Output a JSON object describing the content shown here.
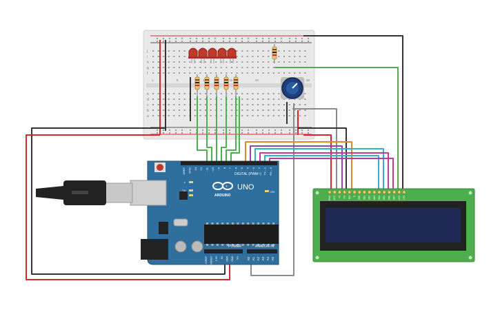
{
  "breadboard": {
    "row_letters_top": [
      "j",
      "i",
      "h",
      "g",
      "f"
    ],
    "row_letters_bottom": [
      "e",
      "d",
      "c",
      "b",
      "a"
    ],
    "column_numbers": [
      "1",
      "5",
      "10",
      "15",
      "20",
      "25",
      "30"
    ]
  },
  "arduino": {
    "brand": "ARDUINO",
    "model": "UNO",
    "digital_label": "DIGITAL (PWM~)",
    "power_label": "POWER",
    "analog_label": "ANALOG IN",
    "on_label": "ON",
    "tx_label": "TX",
    "rx_label": "RX",
    "l_label": "L",
    "digital_pins": [
      "AREF",
      "GND",
      "13",
      "12",
      "~11",
      "~10",
      "~9",
      "8",
      "7",
      "~6",
      "~5",
      "4",
      "~3",
      "2",
      "TX→1",
      "RX←0"
    ],
    "power_pins": [
      "IOREF",
      "RESET",
      "3.3V",
      "5V",
      "GND",
      "GND",
      "Vin"
    ],
    "analog_pins": [
      "A0",
      "A1",
      "A2",
      "A3",
      "A4",
      "A5"
    ]
  },
  "lcd": {
    "pins": [
      "GND",
      "VCC",
      "V0",
      "RS",
      "RW",
      "E",
      "DB0",
      "DB1",
      "DB2",
      "DB3",
      "DB4",
      "DB5",
      "DB6",
      "DB7",
      "LED",
      "LED"
    ]
  },
  "colors": {
    "wire_red": "#d9262b",
    "wire_black": "#333333",
    "wire_green": "#4caf50",
    "wire_orange": "#e08a1e",
    "wire_purple": "#8e44ad",
    "wire_cyan": "#2ab3c9",
    "wire_magenta": "#c0399c",
    "wire_gray": "#8a8a8a",
    "board_blue": "#2e6f9e",
    "lcd_green": "#4cae4c",
    "lcd_screen": "#1e2a55",
    "led_red": "#c0392b"
  }
}
